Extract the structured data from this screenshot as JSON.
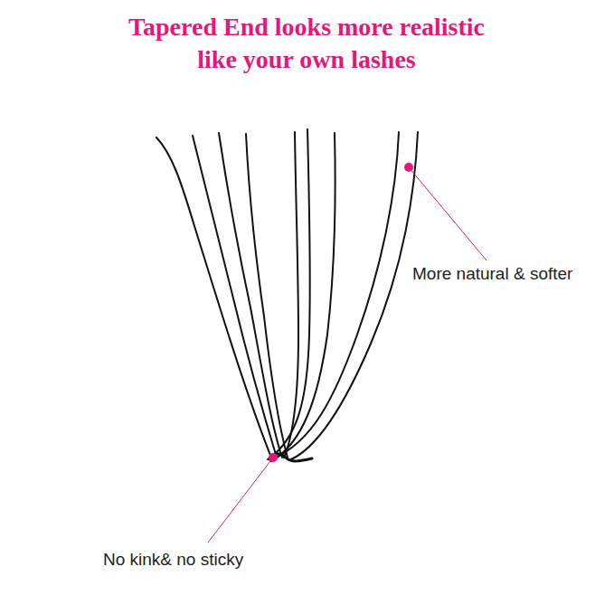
{
  "diagram": {
    "title": "Tapered End looks more realistic like your own lashes",
    "labels": [
      "More natural & softer",
      "No kink& no sticky"
    ]
  }
}
